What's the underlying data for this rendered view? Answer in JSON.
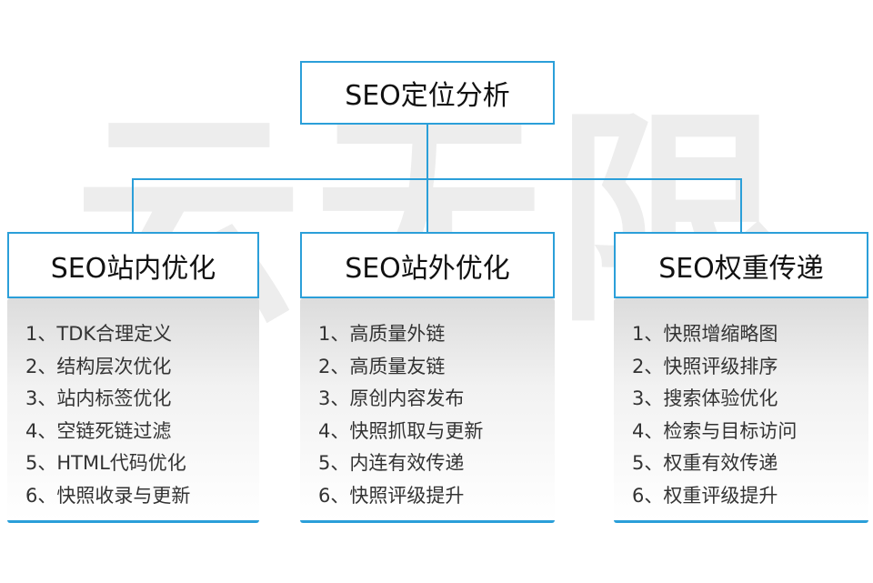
{
  "watermark": "云无限",
  "root": {
    "label": "SEO定位分析"
  },
  "columns": [
    {
      "title": "SEO站内优化",
      "items": [
        "1、TDK合理定义",
        "2、结构层次优化",
        "3、站内标签优化",
        "4、空链死链过滤",
        "5、HTML代码优化",
        "6、快照收录与更新"
      ]
    },
    {
      "title": "SEO站外优化",
      "items": [
        "1、高质量外链",
        "2、高质量友链",
        "3、原创内容发布",
        "4、快照抓取与更新",
        "5、内连有效传递",
        "6、快照评级提升"
      ]
    },
    {
      "title": "SEO权重传递",
      "items": [
        "1、快照增缩略图",
        "2、快照评级排序",
        "3、搜索体验优化",
        "4、检索与目标访问",
        "5、权重有效传递",
        "6、权重评级提升"
      ]
    }
  ],
  "colors": {
    "accent": "#2b9fd9",
    "text": "#333333",
    "panel_top": "#dcdcdc"
  }
}
